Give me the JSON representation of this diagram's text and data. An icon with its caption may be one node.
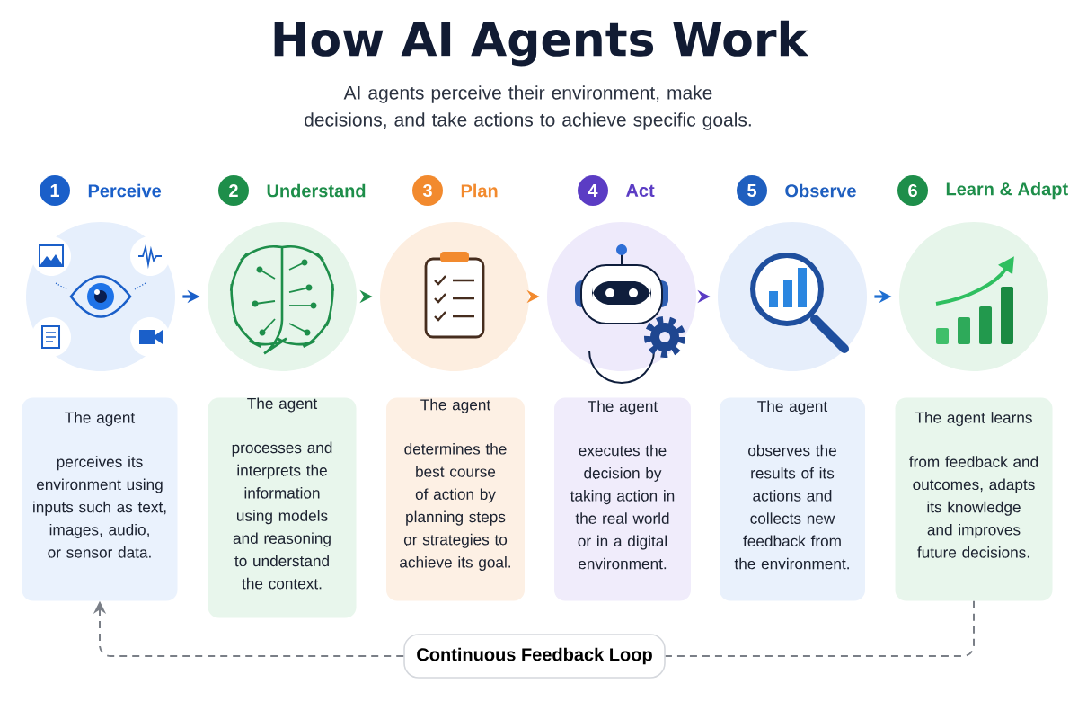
{
  "diagram": {
    "title": "How AI Agents Work",
    "caption": "AI agents perceive their environment, make decisions, and take actions to achieve specific goals.",
    "nodes": [
      {
        "text": [
          "1"
        ],
        "beside": [
          "Perceive"
        ]
      },
      {
        "text": [
          "2"
        ],
        "beside": [
          "Understand"
        ]
      },
      {
        "text": [
          "3"
        ],
        "beside": [
          "Plan"
        ]
      },
      {
        "text": [
          "4"
        ],
        "beside": [
          "Act"
        ]
      },
      {
        "text": [
          "5"
        ],
        "beside": [
          "Observe"
        ]
      },
      {
        "text": [
          "6"
        ],
        "beside": [
          "Learn & Adapt"
        ]
      },
      {
        "text": [],
        "shape": "circle"
      },
      {
        "text": [],
        "shape": "circle"
      },
      {
        "text": [],
        "shape": "circle"
      },
      {
        "text": [],
        "shape": "circle"
      },
      {
        "text": [],
        "shape": "circle"
      },
      {
        "text": [],
        "shape": "circle"
      },
      {
        "text": [
          "The agent perceives its environment using inputs such as text, images, audio, or sensor data."
        ]
      },
      {
        "text": [
          "The agent processes and interprets the information using models and reasoning to understand the context."
        ]
      },
      {
        "text": [
          "The agent determines the best course of action by planning steps or strategies to achieve its goal."
        ]
      },
      {
        "text": [
          "The agent executes the decision by taking action in the real world or in a digital environment."
        ]
      },
      {
        "text": [
          "The agent observes the results of its actions and collects new feedback from the environment."
        ]
      },
      {
        "text": [
          "The agent learns from feedback and outcomes, adapts its knowledge and improves future decisions."
        ]
      },
      {
        "text": [
          "Continuous Feedback Loop"
        ]
      }
    ],
    "edges": [
      {
        "from": 6,
        "to": 7,
        "arrow": "to",
        "color": "#1a5fc9"
      },
      {
        "from": 7,
        "to": 8,
        "arrow": "to",
        "color": "#1e8e4a"
      },
      {
        "from": 8,
        "to": 9,
        "arrow": "to",
        "color": "#f28a2e"
      },
      {
        "from": 9,
        "to": 10,
        "arrow": "to",
        "color": "#5b3cc4"
      },
      {
        "from": 10,
        "to": 11,
        "arrow": "to",
        "color": "#1f6fd1"
      },
      {
        "from": 17,
        "to": 18,
        "arrow": "none",
        "style": "dashed",
        "color": "#7a7f87"
      },
      {
        "from": 18,
        "to": 12,
        "arrow": "to",
        "style": "dashed",
        "color": "#7a7f87"
      }
    ]
  }
}
